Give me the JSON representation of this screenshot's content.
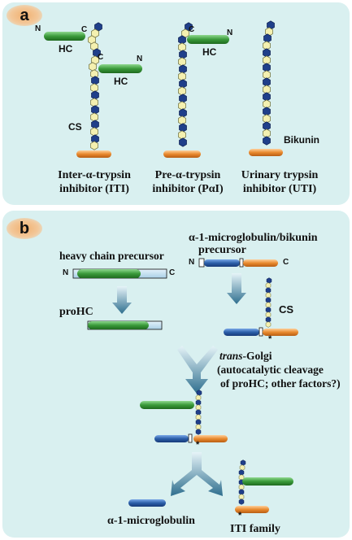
{
  "panel_a": {
    "label": "a",
    "iti": {
      "n": "N",
      "c1": "C",
      "hc1": "HC",
      "c2": "C",
      "n2": "N",
      "hc2": "HC",
      "cs": "CS",
      "caption1": "Inter-α-trypsin",
      "caption2": "inhibitor (ITI)"
    },
    "pai": {
      "c": "C",
      "n": "N",
      "hc": "HC",
      "caption1": "Pre-α-trypsin",
      "caption2": "inhibitor (PαI)"
    },
    "uti": {
      "bikunin": "Bikunin",
      "caption1": "Urinary trypsin",
      "caption2": "inhibitor (UTI)"
    }
  },
  "panel_b": {
    "label": "b",
    "heavy_chain_precursor": "heavy chain precursor",
    "hcp_n": "N",
    "hcp_c": "C",
    "amb_title1": "α-1-microglobulin/bikunin",
    "amb_title2": "precursor",
    "amb_n": "N",
    "amb_c": "C",
    "prohc": "proHC",
    "cs": "CS",
    "golgi1_italic": "trans",
    "golgi1_rest": "-Golgi",
    "golgi2": "(autocatalytic cleavage",
    "golgi3": "of proHC; other factors?)",
    "asterisk1": "*",
    "asterisk2": "*",
    "asterisk3": "*",
    "a1m": "α-1-microglobulin",
    "iti_family": "ITI family"
  },
  "colors": {
    "panel_bg": "#d9f0f0",
    "heavy_chain": "#3a9a3a",
    "bikunin": "#e8892e",
    "a1m": "#2b5ea8",
    "cs_dark": "#1f3f8a",
    "cs_light": "#f4f0b0",
    "arrow": "#2e6e8e"
  }
}
